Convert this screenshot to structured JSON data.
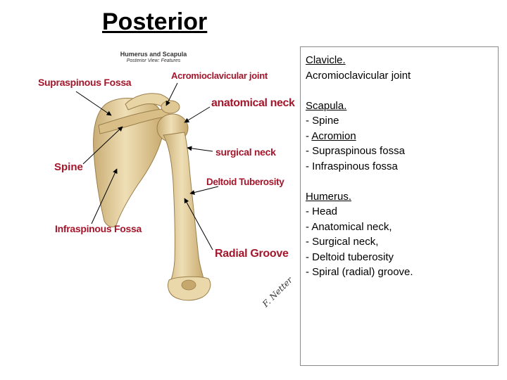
{
  "title": "Posterior",
  "figure": {
    "heading": "Humerus and Scapula",
    "subheading": "Posterior View:  Features",
    "signature": "F. Netter"
  },
  "labels": {
    "supraspinous_fossa": "Supraspinous Fossa",
    "acromioclavicular_joint": "Acromioclavicular joint",
    "anatomical_neck": "anatomical neck",
    "surgical_neck": "surgical neck",
    "spine": "Spine",
    "deltoid_tuberosity": "Deltoid Tuberosity",
    "infraspinous_fossa": "Infraspinous Fossa",
    "radial_groove": "Radial Groove"
  },
  "panel": {
    "clavicle_heading": "Clavicle.",
    "clavicle_item": "Acromioclavicular joint",
    "scapula_heading": "Scapula.",
    "scapula_items": {
      "spine": "- Spine",
      "acromion_prefix": "- ",
      "acromion": "Acromion",
      "supraspinous": "- Supraspinous fossa",
      "infraspinous": "- Infraspinous fossa"
    },
    "humerus_heading": "Humerus.",
    "humerus_items": [
      "- Head",
      "- Anatomical neck,",
      "- Surgical neck,",
      "- Deltoid tuberosity",
      "- Spiral (radial) groove."
    ]
  },
  "colors": {
    "label": "#a3162b",
    "bone": "#e6d2a2",
    "bone_shadow": "#c9ad74"
  }
}
